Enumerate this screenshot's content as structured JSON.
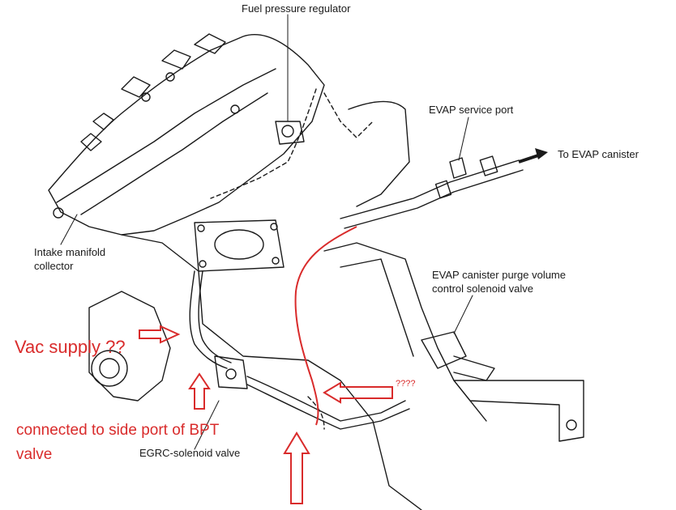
{
  "labels": {
    "fuel_pressure_regulator": "Fuel pressure regulator",
    "evap_service_port": "EVAP service port",
    "to_evap_canister": "To EVAP canister",
    "intake_manifold_line1": "Intake manifold",
    "intake_manifold_line2": "collector",
    "evap_purge_line1": "EVAP canister purge volume",
    "evap_purge_line2": "control solenoid valve",
    "egrc_solenoid": "EGRC-solenoid valve"
  },
  "annotations": {
    "vac_supply": "Vac supply ??",
    "bpt_line1": "connected to side port of BPT",
    "bpt_line2": "valve",
    "question_marks": "????"
  },
  "colors": {
    "ink": "#1a1a1a",
    "annotation_red": "#d92b2b"
  }
}
